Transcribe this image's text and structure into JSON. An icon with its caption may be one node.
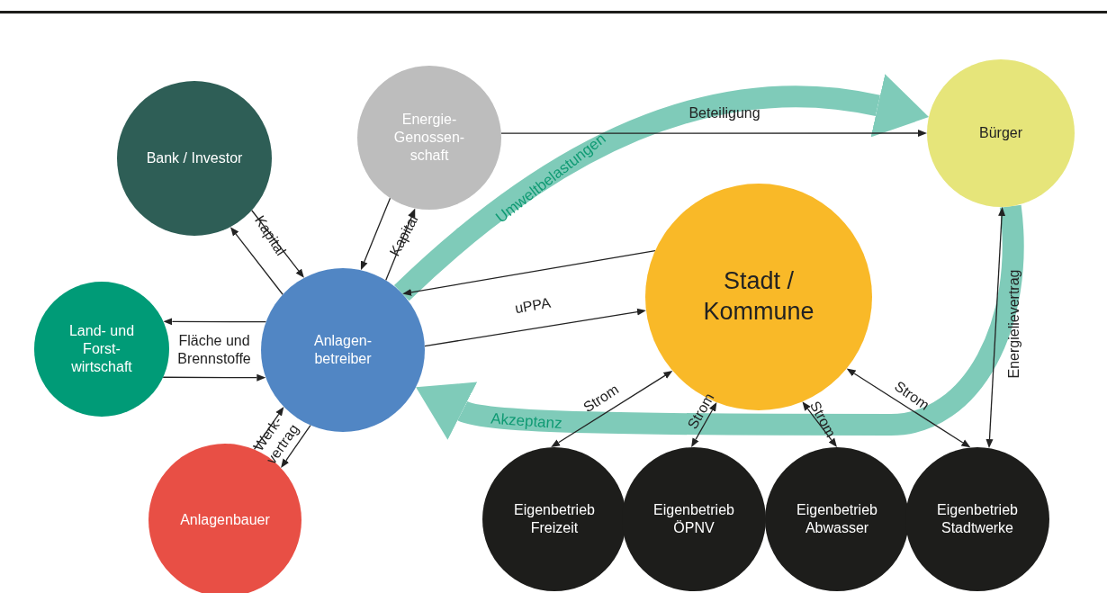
{
  "diagram": {
    "nodes": [
      {
        "text": [
          "Bank / Investor"
        ]
      },
      {
        "text": [
          "Energie- Genossen- schaft"
        ]
      },
      {
        "text": [
          "Bürger"
        ]
      },
      {
        "text": [
          "Stadt / Kommune"
        ]
      },
      {
        "text": [
          "Land- und Forst- wirtschaft"
        ]
      },
      {
        "text": [
          "Anlagen- betreiber"
        ]
      },
      {
        "text": [
          "Anlagenbauer"
        ]
      },
      {
        "text": [
          "Eigenbetrieb Freizeit"
        ]
      },
      {
        "text": [
          "Eigenbetrieb ÖPNV"
        ]
      },
      {
        "text": [
          "Eigenbetrieb Abwasser"
        ]
      },
      {
        "text": [
          "Eigenbetrieb Stadtwerke"
        ]
      }
    ],
    "edges": [
      {
        "from": 0,
        "to": 5,
        "arrow": "to",
        "label": "Kapital"
      },
      {
        "from": 5,
        "to": 0,
        "arrow": "to"
      },
      {
        "from": 1,
        "to": 5,
        "arrow": "to"
      },
      {
        "from": 5,
        "to": 1,
        "arrow": "to",
        "label": "Kapital"
      },
      {
        "from": 5,
        "to": 4,
        "arrow": "to"
      },
      {
        "from": 4,
        "to": 5,
        "arrow": "to",
        "label": "Fläche und Brennstoffe"
      },
      {
        "from": 6,
        "to": 5,
        "arrow": "to",
        "label": "Werk- vertrag"
      },
      {
        "from": 5,
        "to": 6,
        "arrow": "to"
      },
      {
        "from": 3,
        "to": 5,
        "arrow": "to"
      },
      {
        "from": 5,
        "to": 3,
        "arrow": "to",
        "label": "uPPA"
      },
      {
        "from": 1,
        "to": 2,
        "arrow": "to",
        "label": "Beteiligung"
      },
      {
        "from": 2,
        "to": 10,
        "arrow": "both",
        "label": "Energielievertrag"
      },
      {
        "from": 3,
        "to": 7,
        "arrow": "both",
        "label": "Strom"
      },
      {
        "from": 3,
        "to": 8,
        "arrow": "both",
        "label": "Strom"
      },
      {
        "from": 3,
        "to": 9,
        "arrow": "both",
        "label": "Strom"
      },
      {
        "from": 3,
        "to": 10,
        "arrow": "both",
        "label": "Strom"
      },
      {
        "from": 5,
        "to": 2,
        "arrow": "to",
        "label": "Umweltbelastungen",
        "style": "thick",
        "color": "#7fcbb9"
      },
      {
        "from": 2,
        "to": 5,
        "arrow": "to",
        "label": "Akzeptanz",
        "style": "thick",
        "color": "#7fcbb9"
      }
    ]
  }
}
